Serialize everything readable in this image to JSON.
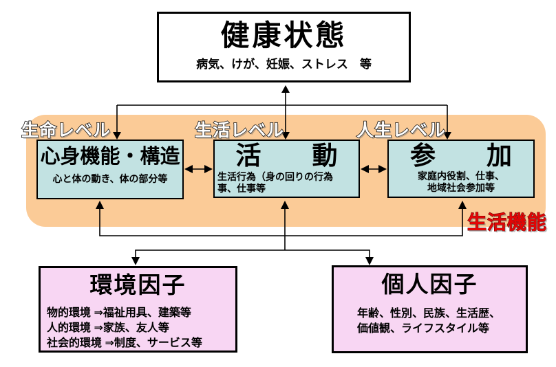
{
  "diagram": {
    "health_box": {
      "title": "健康状態",
      "subtitle": "病気、けが、妊娠、ストレス　等"
    },
    "level_labels": {
      "seimei": "生命レベル",
      "seikatsu": "生活レベル",
      "jinsei": "人生レベル"
    },
    "function_label": "生活機能",
    "middle_boxes": [
      {
        "title": "心身機能・構造",
        "lines": [
          "心と体の動き、体の部分等"
        ]
      },
      {
        "title": "活　　動",
        "lines": [
          "生活行為（身の回りの行為",
          "事、仕事等"
        ]
      },
      {
        "title": "参　　加",
        "lines": [
          "家庭内役割、仕事、",
          "地域社会参加等"
        ]
      }
    ],
    "bottom_boxes": [
      {
        "title": "環境因子",
        "lines": [
          "物的環境 ⇒福祉用具、建築等",
          "人的環境 ⇒家族、友人等",
          "社会的環境 ⇒制度、サービス等"
        ]
      },
      {
        "title": "個人因子",
        "lines": [
          "年齢、性別、民族、生活歴、",
          "価値観、ライフスタイル等"
        ]
      }
    ],
    "colors": {
      "band": "#FBCB97",
      "middle_box_fill": "#C2E2E2",
      "bottom_box_fill": "#F8D6F3",
      "function_label_color": "#E30505",
      "line_color": "#000000"
    }
  }
}
